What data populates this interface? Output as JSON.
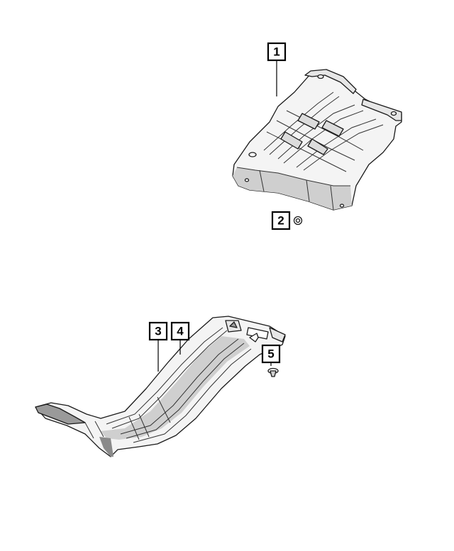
{
  "callouts": [
    {
      "id": "1",
      "label": "1"
    },
    {
      "id": "2",
      "label": "2"
    },
    {
      "id": "3",
      "label": "3"
    },
    {
      "id": "4",
      "label": "4"
    },
    {
      "id": "5",
      "label": "5"
    }
  ],
  "colors": {
    "line": "#000000",
    "fill_light": "#f2f2f2",
    "fill_shade": "#cfcfcf",
    "fill_dark": "#8a8a8a"
  }
}
